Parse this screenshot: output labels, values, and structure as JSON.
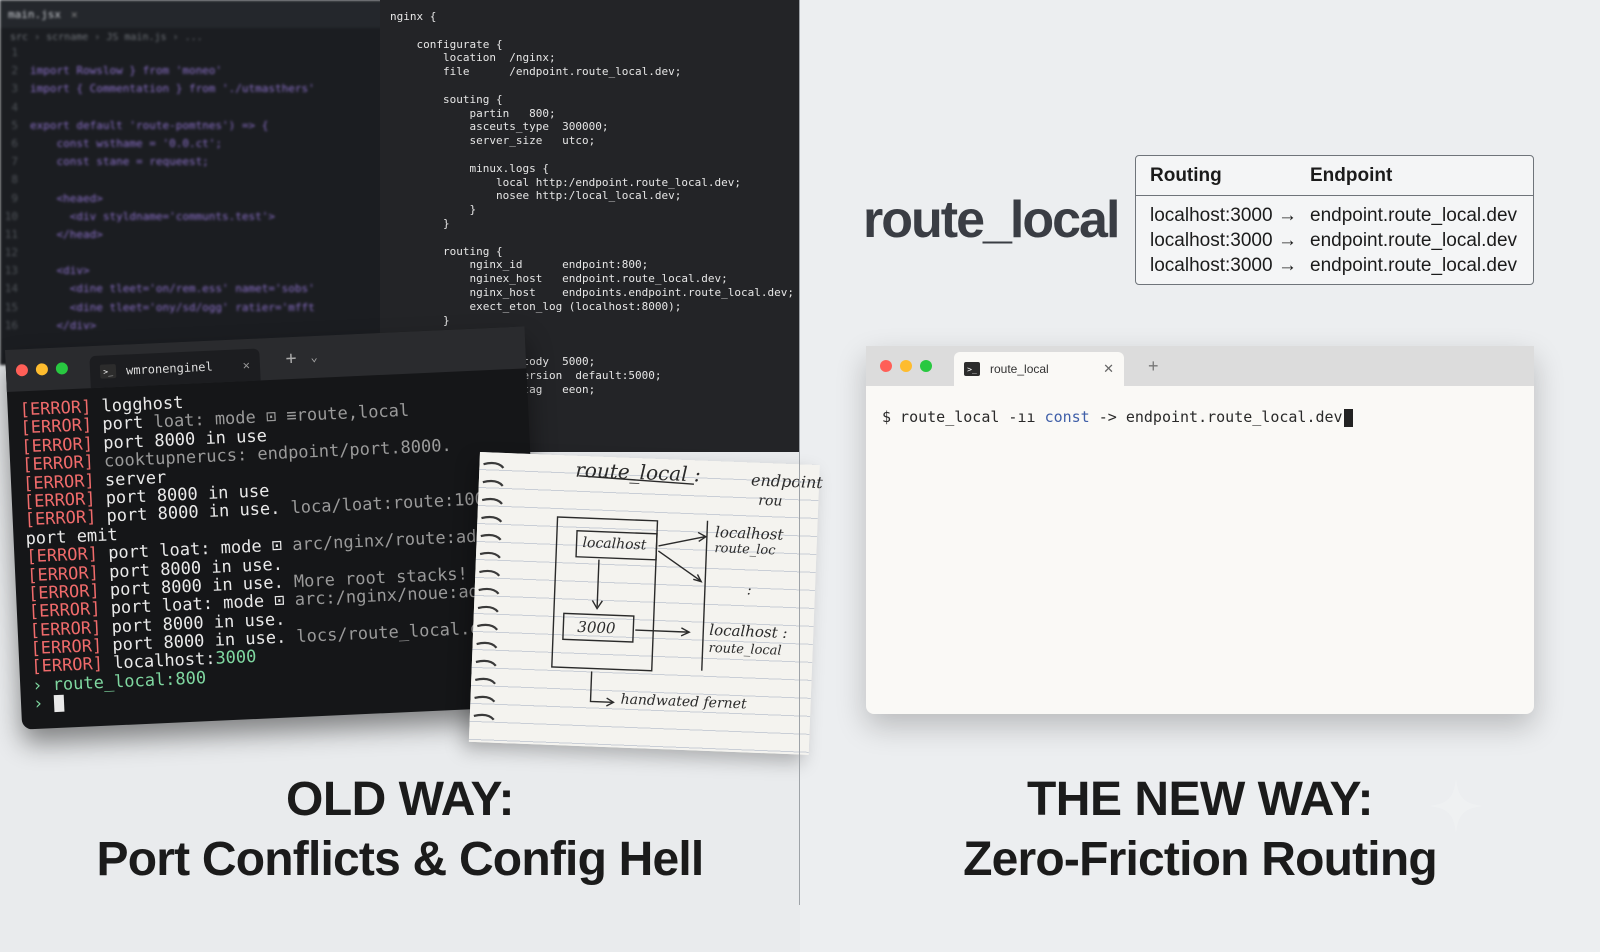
{
  "left": {
    "editor": {
      "tab_label": "main.jsx",
      "breadcrumb": "src › scrname › JS main.js › ...",
      "lines": [
        {
          "n": "1",
          "t": ""
        },
        {
          "n": "2",
          "t": "import Rowslow } from 'moneo'"
        },
        {
          "n": "3",
          "t": "import { Commentation } from './utmasthers'"
        },
        {
          "n": "4",
          "t": ""
        },
        {
          "n": "5",
          "t": "export default 'route-pomtnes') => {"
        },
        {
          "n": "6",
          "t": "    const wsthame = '0.0.ct';"
        },
        {
          "n": "7",
          "t": "    const stane = requeest;"
        },
        {
          "n": "8",
          "t": ""
        },
        {
          "n": "9",
          "t": "    <heaed>"
        },
        {
          "n": "10",
          "t": "      <div styldname='communts.test'>"
        },
        {
          "n": "11",
          "t": "    </head>"
        },
        {
          "n": "12",
          "t": ""
        },
        {
          "n": "13",
          "t": "    <div>"
        },
        {
          "n": "14",
          "t": "      <dine tleet='on/rem.ess' namet='sobs'"
        },
        {
          "n": "15",
          "t": "      <dine tleet='ony/sd/ogg' ratier='mfft"
        },
        {
          "n": "16",
          "t": "    </div>"
        }
      ]
    },
    "nginx_config": "nginx {\n\n    configurate {\n        location  /nginx;\n        file      /endpoint.route_local.dev;\n\n        souting {\n            partin   800;\n            asceuts_type  300000;\n            server_size   utco;\n\n            minux.logs {\n                local http:/endpoint.route_local.dev;\n                nosee http:/local_local.dev;\n            }\n        }\n\n        routing {\n            nginx_id      endpoint:800;\n            nginex_host   endpoint.route_local.dev;\n            nginx_host    endpoints.endpoint.route_local.dev;\n            exect_eton_log (localhost:8000);\n        }\n\n        containers {\n            server_stody  5000;\n            server_lersion  default:5000;\n            momne_mstag   eeon;\n        }\n    }\n}",
    "terminal": {
      "tab_label": "wmronenginel",
      "lines": [
        {
          "tag": "[ERROR]",
          "text": " logghost",
          "extra": ""
        },
        {
          "tag": "[ERROR]",
          "text": " port",
          "extra": " loat: mode ⊡ ≡route,local"
        },
        {
          "tag": "[ERROR]",
          "text": " port 8000 in use",
          "extra": ""
        },
        {
          "tag": "[ERROR]",
          "text": "",
          "extra": " cooktupneru​cs: endpoint/port.8000."
        },
        {
          "tag": "[ERROR]",
          "text": " server",
          "extra": ""
        },
        {
          "tag": "[ERROR]",
          "text": " port 8000 in use",
          "extra": ""
        },
        {
          "tag": "[ERROR]",
          "text": " port 8000 in use.",
          "extra": " loca/loat:route:1000"
        },
        {
          "tag": "",
          "text": "port emit",
          "extra": ""
        },
        {
          "tag": "[ERROR]",
          "text": " port loat: mode ⊡",
          "extra": " arc/nginx/route:addes"
        },
        {
          "tag": "[ERROR]",
          "text": " port 8000 in use.",
          "extra": ""
        },
        {
          "tag": "[ERROR]",
          "text": " port 8000 in use.",
          "extra": " More root stacks! ⋯"
        },
        {
          "tag": "[ERROR]",
          "text": " port loat: mode ⊡",
          "extra": " arc:/nginx/noue:addi"
        },
        {
          "tag": "[ERROR]",
          "text": " port 8000 in use.",
          "extra": ""
        },
        {
          "tag": "[ERROR]",
          "text": " port 8000 in use.",
          "extra": " locs/route_local.dev"
        },
        {
          "tag": "[ERROR]",
          "text": " localhost:",
          "extra": "3000"
        }
      ],
      "prompt_line": "› route_local:800",
      "prompt_empty": "›"
    },
    "notebook": {
      "title": "route_local :",
      "title_right": "endpoint",
      "title_right2": "rou",
      "box_localhost": "localhost",
      "box_port": "3000",
      "note_1a": "localhost",
      "note_1b": "route_loc",
      "note_2a": "localhost :",
      "note_2b": "route_local",
      "note_bottom": "handwated fernet",
      "dots": ":"
    },
    "caption_line1": "OLD WAY:",
    "caption_line2": "Port Conflicts & Config Hell"
  },
  "right": {
    "brand": "route_local",
    "table": {
      "header_routing": "Routing",
      "header_endpoint": "Endpoint",
      "arrow": "→",
      "rows": [
        {
          "routing": "localhost:3000",
          "endpoint": "endpoint.route_local.dev"
        },
        {
          "routing": "localhost:3000",
          "endpoint": "endpoint.route_local.dev"
        },
        {
          "routing": "localhost:3000",
          "endpoint": "endpoint.route_local.dev"
        }
      ]
    },
    "terminal": {
      "tab_label": "route_local",
      "tab_icon": ">_",
      "cmd_prefix": "$ route_local -ıı",
      "cmd_keyword": "const",
      "cmd_suffix": "-> endpoint.route_local.dev"
    },
    "caption_line1": "THE NEW WAY:",
    "caption_line2": "Zero-Friction Routing"
  },
  "colors": {
    "error": "#f06b6b",
    "keyword": "#3f5fa8",
    "dot_red": "#ff5f57",
    "dot_yellow": "#febc2e",
    "dot_green": "#28c840"
  }
}
